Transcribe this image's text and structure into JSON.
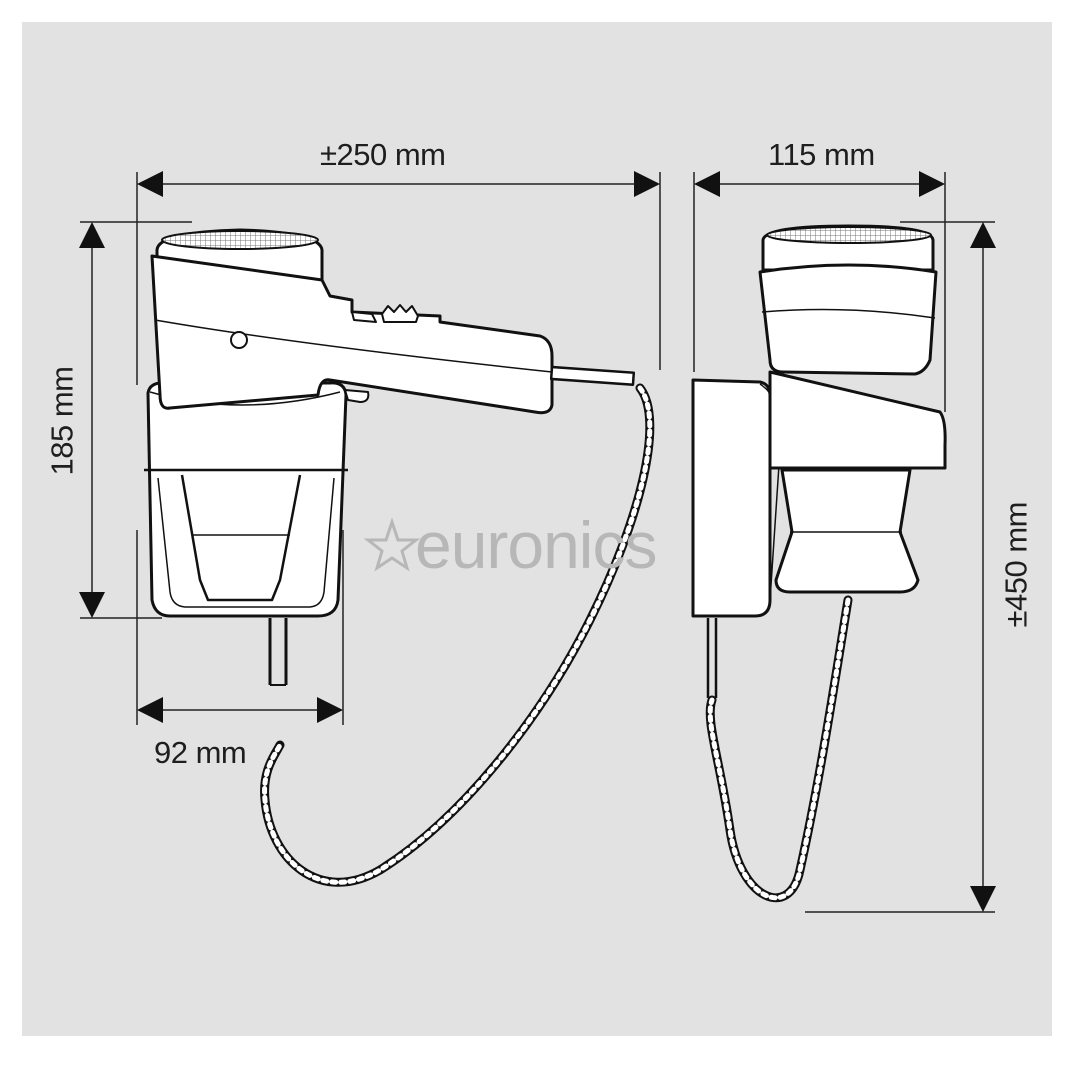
{
  "diagram": {
    "subject": "wall-mounted hair dryer with holder and coiled cord",
    "views": [
      "side view",
      "front view"
    ],
    "dimensions": {
      "width_dryer": "±250 mm",
      "depth_front": "115 mm",
      "height_holder": "185 mm",
      "width_holder": "92 mm",
      "total_height": "±450 mm"
    },
    "watermark": "euronics",
    "colors": {
      "background": "#e2e2e2",
      "outline": "#111111",
      "fill": "#ffffff",
      "watermark": "#b7b7b7"
    }
  }
}
